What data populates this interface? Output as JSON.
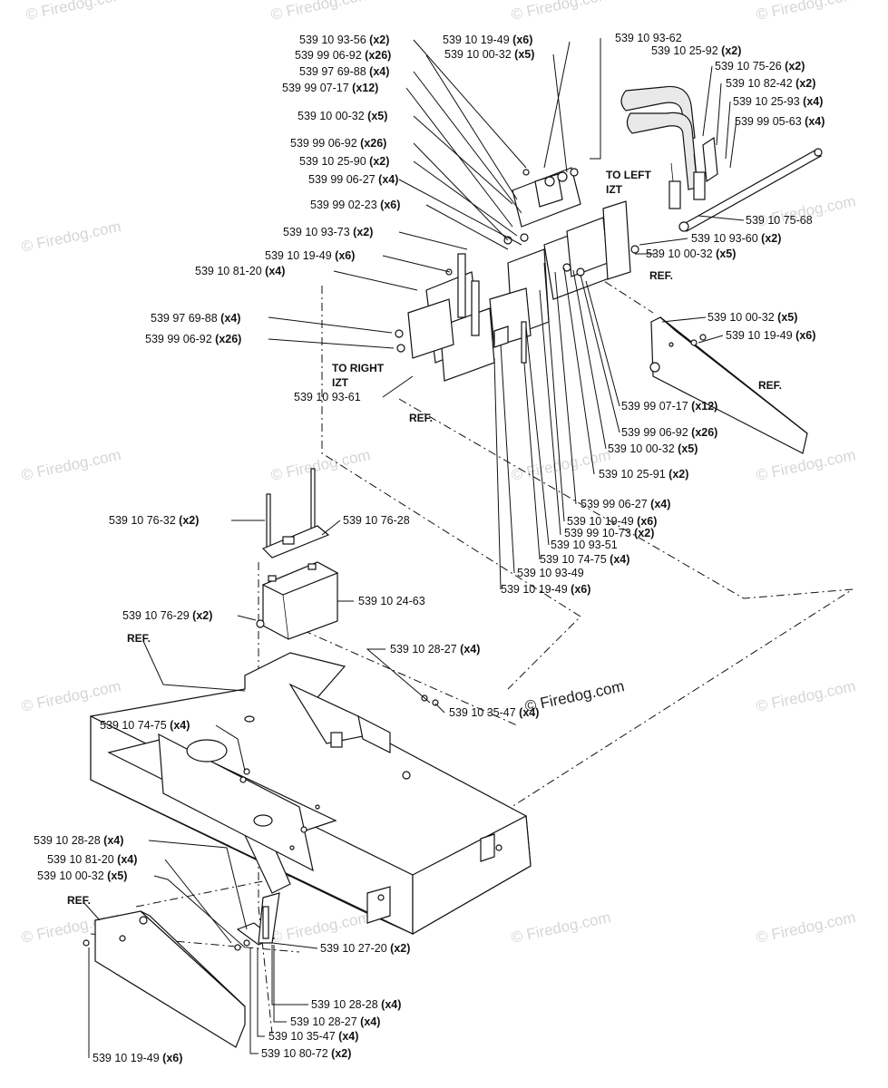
{
  "watermark": "© Firedog.com",
  "center_watermark": "© Firedog.com",
  "notes": {
    "to_left_izt": "TO LEFT\nIZT",
    "to_right_izt": "TO RIGHT\nIZT",
    "ref": "REF."
  },
  "callouts": [
    {
      "part": "539 10 93-56",
      "qty": "(x2)"
    },
    {
      "part": "539 99 06-92",
      "qty": "(x26)"
    },
    {
      "part": "539 97 69-88",
      "qty": "(x4)"
    },
    {
      "part": "539 99 07-17",
      "qty": "(x12)"
    },
    {
      "part": "539 10 00-32",
      "qty": "(x5)"
    },
    {
      "part": "539 99 06-92",
      "qty": "(x26)"
    },
    {
      "part": "539 10 25-90",
      "qty": "(x2)"
    },
    {
      "part": "539 99 06-27",
      "qty": "(x4)"
    },
    {
      "part": "539 99 02-23",
      "qty": "(x6)"
    },
    {
      "part": "539 10 93-73",
      "qty": "(x2)"
    },
    {
      "part": "539 10 19-49",
      "qty": "(x6)"
    },
    {
      "part": "539 10 81-20",
      "qty": "(x4)"
    },
    {
      "part": "539 97 69-88",
      "qty": "(x4)"
    },
    {
      "part": "539 99 06-92",
      "qty": "(x26)"
    },
    {
      "part": "539 10 93-61",
      "qty": ""
    },
    {
      "part": "539 10 19-49",
      "qty": "(x6)"
    },
    {
      "part": "539 10 00-32",
      "qty": "(x5)"
    },
    {
      "part": "539 10 93-62",
      "qty": ""
    },
    {
      "part": "539 10 25-92",
      "qty": "(x2)"
    },
    {
      "part": "539 10 75-26",
      "qty": "(x2)"
    },
    {
      "part": "539 10 82-42",
      "qty": "(x2)"
    },
    {
      "part": "539 10 25-93",
      "qty": "(x4)"
    },
    {
      "part": "539 99 05-63",
      "qty": "(x4)"
    },
    {
      "part": "539 10 75-68",
      "qty": ""
    },
    {
      "part": "539 10 93-60",
      "qty": "(x2)"
    },
    {
      "part": "539 10 00-32",
      "qty": "(x5)"
    },
    {
      "part": "539 10 00-32",
      "qty": "(x5)"
    },
    {
      "part": "539 10 19-49",
      "qty": "(x6)"
    },
    {
      "part": "539 99 07-17",
      "qty": "(x12)"
    },
    {
      "part": "539 99 06-92",
      "qty": "(x26)"
    },
    {
      "part": "539 10 00-32",
      "qty": "(x5)"
    },
    {
      "part": "539 10 25-91",
      "qty": "(x2)"
    },
    {
      "part": "539 99 06-27",
      "qty": "(x4)"
    },
    {
      "part": "539 10 19-49",
      "qty": "(x6)"
    },
    {
      "part": "539 99 10-73",
      "qty": "(x2)"
    },
    {
      "part": "539 10 93-51",
      "qty": ""
    },
    {
      "part": "539 10 74-75",
      "qty": "(x4)"
    },
    {
      "part": "539 10 93-49",
      "qty": ""
    },
    {
      "part": "539 10 19-49",
      "qty": "(x6)"
    },
    {
      "part": "539 10 76-32",
      "qty": "(x2)"
    },
    {
      "part": "539 10 76-28",
      "qty": ""
    },
    {
      "part": "539 10 24-63",
      "qty": ""
    },
    {
      "part": "539 10 76-29",
      "qty": "(x2)"
    },
    {
      "part": "539 10 28-27",
      "qty": "(x4)"
    },
    {
      "part": "539 10 35-47",
      "qty": "(x4)"
    },
    {
      "part": "539 10 74-75",
      "qty": "(x4)"
    },
    {
      "part": "539 10 28-28",
      "qty": "(x4)"
    },
    {
      "part": "539 10 81-20",
      "qty": "(x4)"
    },
    {
      "part": "539 10 00-32",
      "qty": "(x5)"
    },
    {
      "part": "539 10 27-20",
      "qty": "(x2)"
    },
    {
      "part": "539 10 28-28",
      "qty": "(x4)"
    },
    {
      "part": "539 10 28-27",
      "qty": "(x4)"
    },
    {
      "part": "539 10 35-47",
      "qty": "(x4)"
    },
    {
      "part": "539 10 19-49",
      "qty": "(x6)"
    },
    {
      "part": "539 10 80-72",
      "qty": "(x2)"
    }
  ]
}
